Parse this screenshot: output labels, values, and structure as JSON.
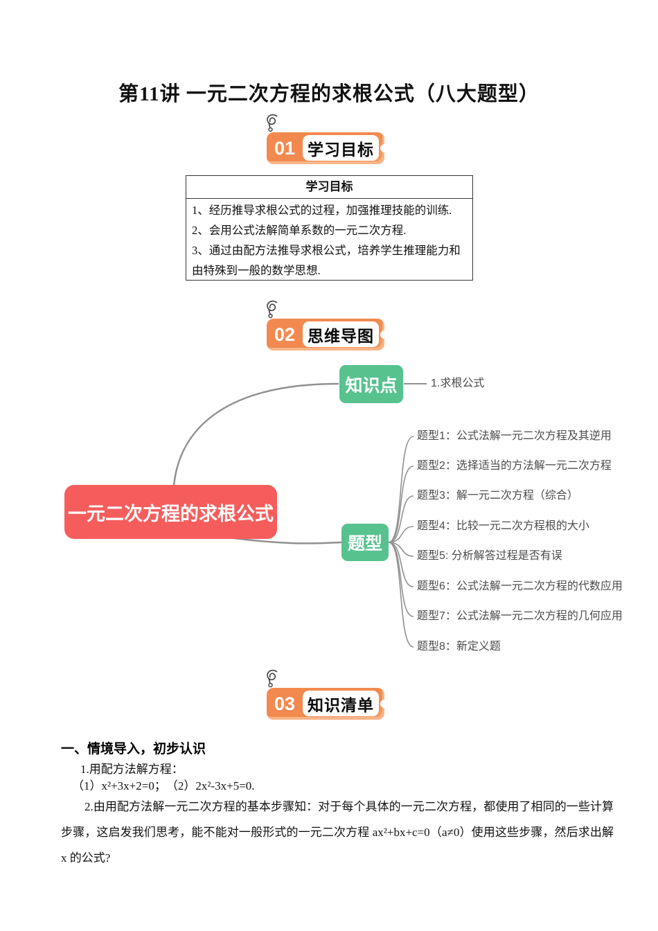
{
  "page": {
    "title": "第11讲 一元二次方程的求根公式（八大题型）"
  },
  "badges": [
    {
      "num": "01",
      "label": "学习目标"
    },
    {
      "num": "02",
      "label": "思维导图"
    },
    {
      "num": "03",
      "label": "知识清单"
    }
  ],
  "objectives_box": {
    "header": "学习目标",
    "items": [
      "1、经历推导求根公式的过程，加强推理技能的训练.",
      "2、会用公式法解简单系数的一元二次方程.",
      "3、通过由配方法推导求根公式，培养学生推理能力和由特殊到一般的数学思想."
    ]
  },
  "mindmap": {
    "root": "一元二次方程的求根公式",
    "knowledge_label": "知识点",
    "knowledge_child": "1.求根公式",
    "qtype_label": "题型",
    "qtype_items": [
      "题型1：公式法解一元二次方程及其逆用",
      "题型2：选择适当的方法解一元二次方程",
      "题型3：解一元二次方程（综合）",
      "题型4：比较一元二次方程根的大小",
      "题型5: 分析解答过程是否有误",
      "题型6：公式法解一元二次方程的代数应用",
      "题型7：公式法解一元二次方程的几何应用",
      "题型8：新定义题"
    ],
    "colors": {
      "root_bg": "#F55D5D",
      "branch_bg": "#57C28E",
      "connector": "#909090"
    }
  },
  "knowledge_section": {
    "heading": "一、情境导入，初步认识",
    "line1": "1.用配方法解方程：",
    "line2": "（1）x²+3x+2=0；　（2）2x²-3x+5=0.",
    "paragraph": "2.由用配方法解一元二次方程的基本步骤知：对于每个具体的一元二次方程，都使用了相同的一些计算步骤，这启发我们思考，能不能对一般形式的一元二次方程 ax²+bx+c=0（a≠0）使用这些步骤，然后求出解 x 的公式?"
  }
}
